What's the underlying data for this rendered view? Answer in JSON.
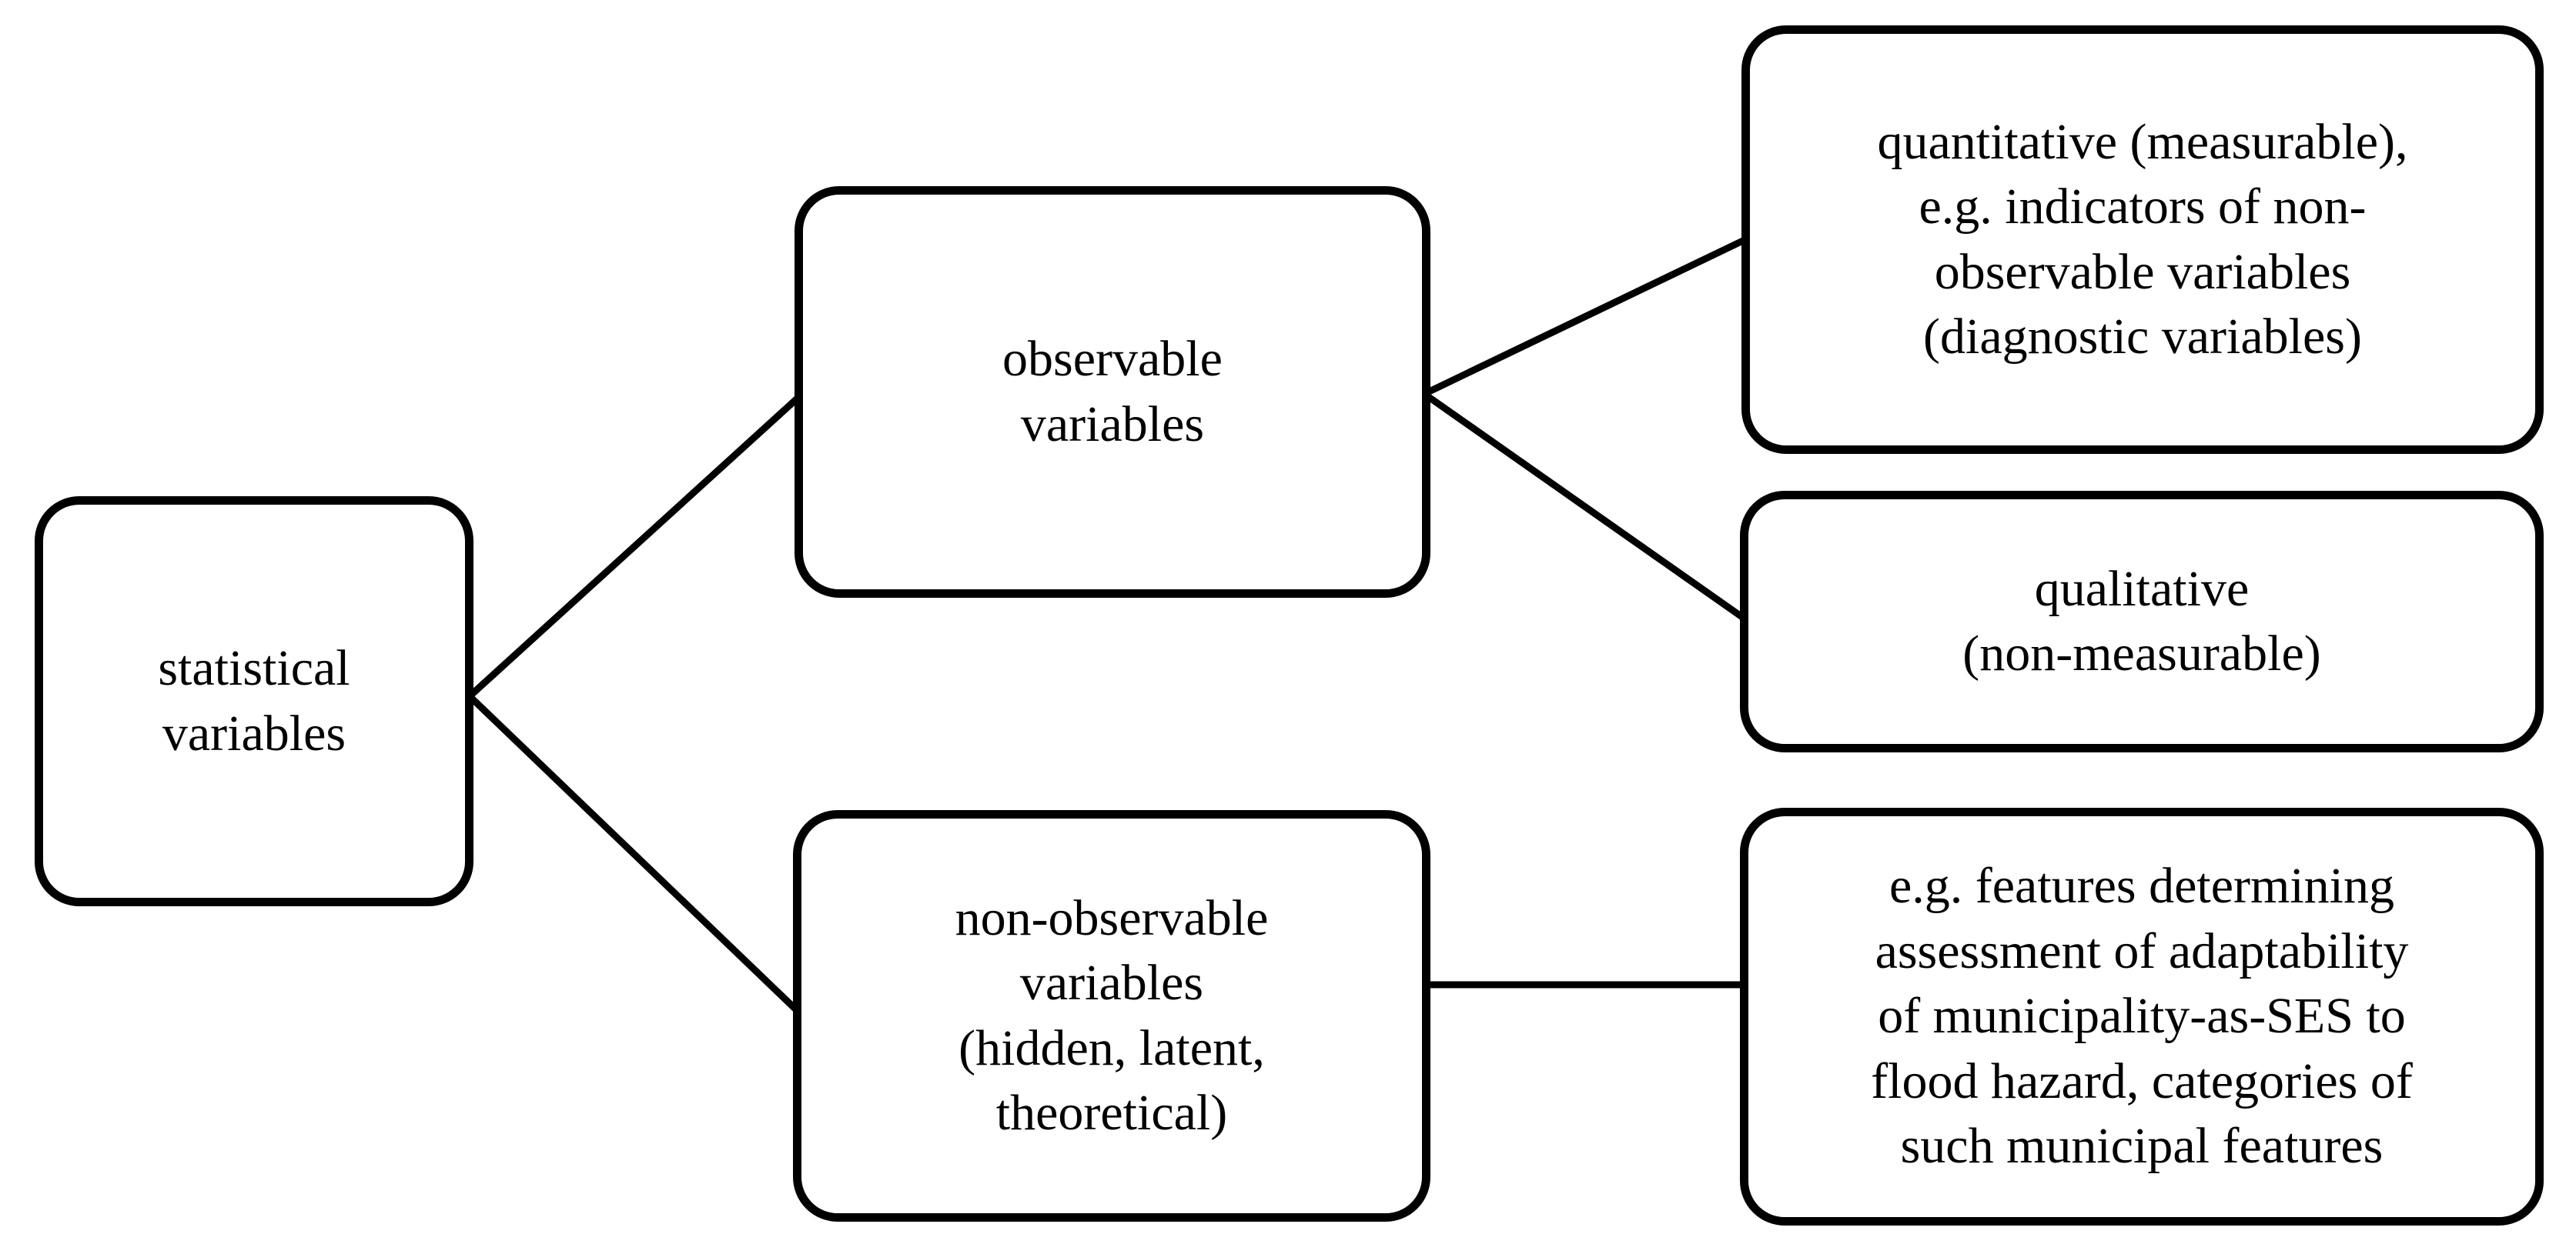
{
  "diagram": {
    "background_color": "#ffffff",
    "stroke_color": "#000000",
    "text_color": "#000000",
    "nodes": {
      "statistical": {
        "id": "statistical-variables",
        "label": [
          "statistical",
          "variables"
        ]
      },
      "observable": {
        "id": "observable-variables",
        "label": [
          "observable",
          "variables"
        ]
      },
      "non_observable": {
        "id": "non-observable-variables",
        "label": [
          "non-observable",
          "variables",
          "(hidden, latent,",
          "theoretical)"
        ]
      },
      "quantitative": {
        "id": "quantitative-variables",
        "label": [
          "quantitative (measurable),",
          "e.g. indicators of non-",
          "observable variables",
          "(diagnostic variables)"
        ]
      },
      "qualitative": {
        "id": "qualitative-variables",
        "label": [
          "qualitative",
          "(non-measurable)"
        ]
      },
      "examples": {
        "id": "non-observable-examples",
        "label": [
          "e.g. features determining",
          "assessment of adaptability",
          "of municipality-as-SES to",
          "flood hazard, categories of",
          "such municipal features"
        ]
      }
    },
    "edges": [
      {
        "from": "statistical-variables",
        "to": "observable-variables"
      },
      {
        "from": "statistical-variables",
        "to": "non-observable-variables"
      },
      {
        "from": "observable-variables",
        "to": "quantitative-variables"
      },
      {
        "from": "observable-variables",
        "to": "qualitative-variables"
      },
      {
        "from": "non-observable-variables",
        "to": "non-observable-examples"
      }
    ]
  }
}
